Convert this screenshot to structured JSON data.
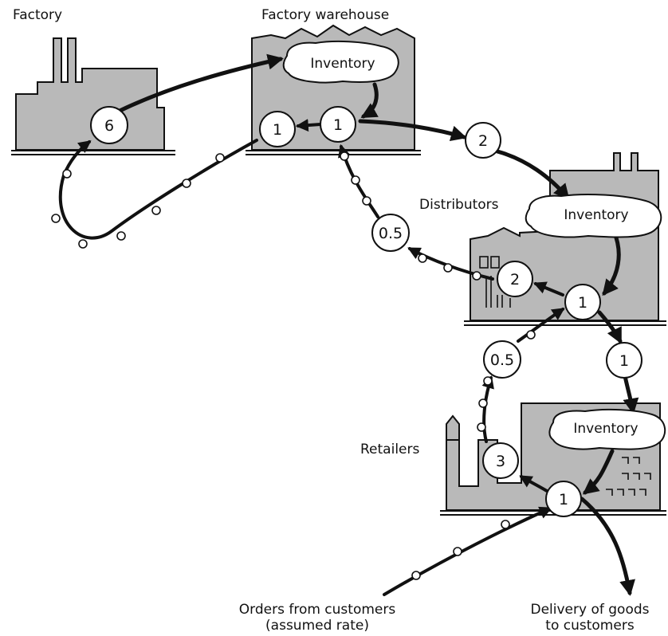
{
  "labels": {
    "factory": "Factory",
    "warehouse": "Factory warehouse",
    "distributors": "Distributors",
    "retailers": "Retailers",
    "orders_line1": "Orders from customers",
    "orders_line2": "(assumed rate)",
    "delivery_line1": "Delivery of goods",
    "delivery_line2": "to customers"
  },
  "inventory_label": "Inventory",
  "delays": {
    "factory_production": "6",
    "warehouse_order_processing": "1",
    "warehouse_shipping": "1",
    "transit_to_distributors": "2",
    "distributor_order_mail": "0.5",
    "distributor_order_processing": "2",
    "distributor_shipping": "1",
    "transit_to_retailers": "1",
    "retailer_order_mail": "0.5",
    "retailer_order_processing": "3",
    "retailer_shipping": "1"
  }
}
